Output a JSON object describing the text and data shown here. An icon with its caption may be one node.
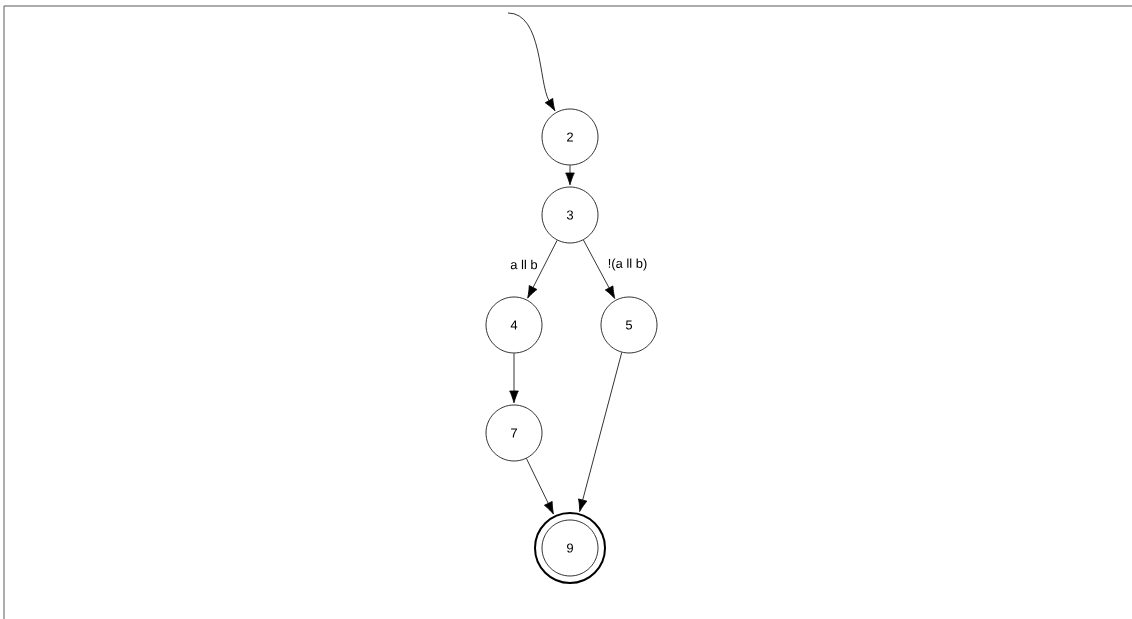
{
  "diagram": {
    "nodes": [
      {
        "text": [
          "2"
        ]
      },
      {
        "text": [
          "3"
        ]
      },
      {
        "text": [
          "4"
        ]
      },
      {
        "text": [
          "5"
        ]
      },
      {
        "text": [
          "7"
        ]
      },
      {
        "text": [
          "9"
        ]
      }
    ],
    "edges": [
      {
        "from": null,
        "to": 0,
        "arrow": "to"
      },
      {
        "from": 0,
        "to": 1,
        "arrow": "to"
      },
      {
        "from": 1,
        "to": 2,
        "arrow": "to",
        "label": "a ll b"
      },
      {
        "from": 1,
        "to": 3,
        "arrow": "to",
        "label": "!(a ll b)"
      },
      {
        "from": 2,
        "to": 4,
        "arrow": "to"
      },
      {
        "from": 3,
        "to": 5,
        "arrow": "to"
      },
      {
        "from": 4,
        "to": 5,
        "arrow": "to"
      }
    ]
  }
}
